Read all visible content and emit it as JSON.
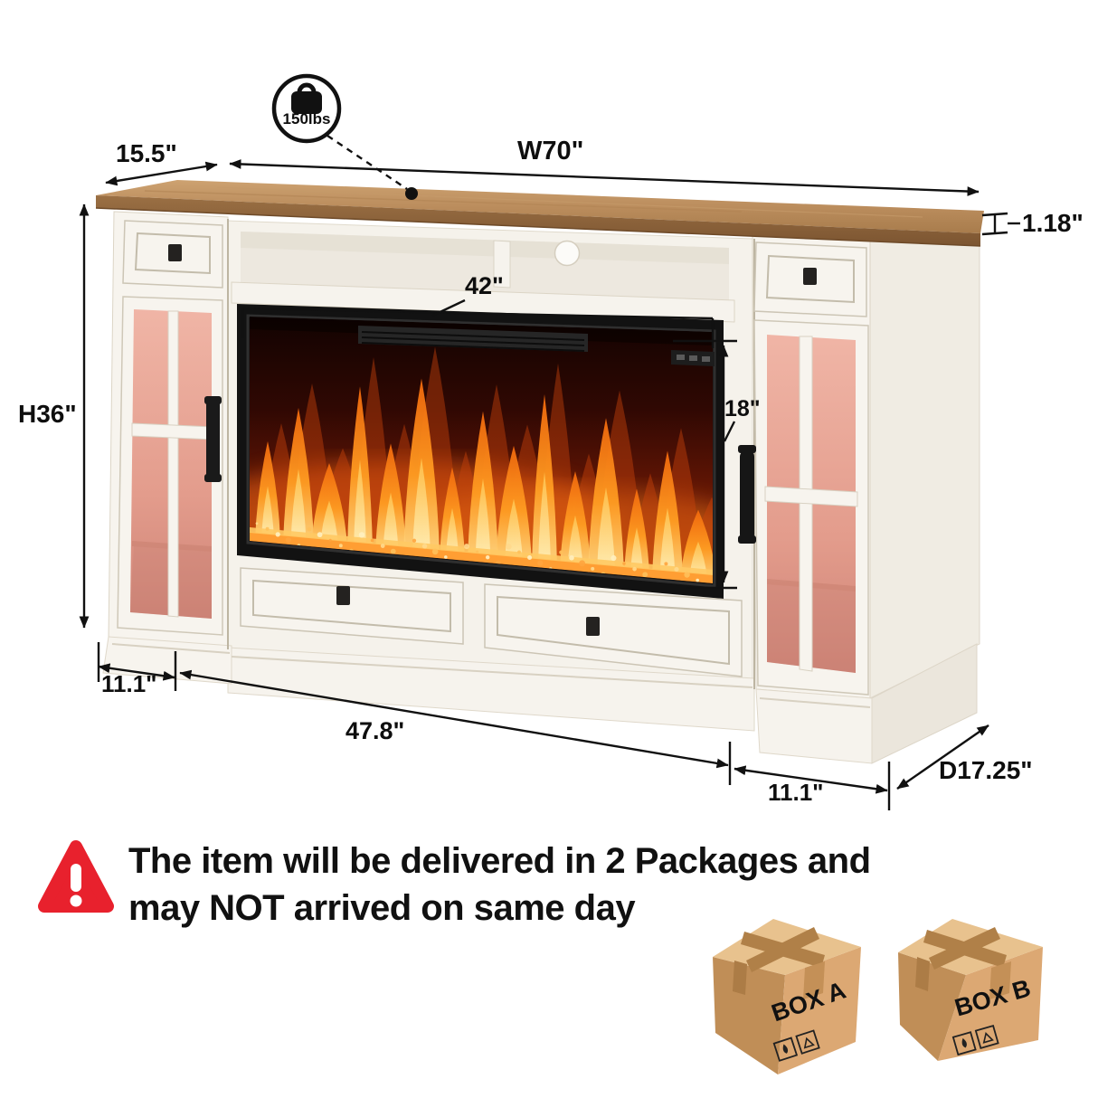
{
  "diagram": {
    "weight_badge": {
      "label": "150lbs"
    },
    "dimensions": {
      "top_depth": "15.5\"",
      "overall_width": "W70\"",
      "top_thickness": "1.18\"",
      "fireplace_opening_width": "42\"",
      "fireplace_height": "18\"",
      "overall_height": "H36\"",
      "left_base_width": "11.1\"",
      "center_base_width": "47.8\"",
      "right_base_width": "11.1\"",
      "overall_depth": "D17.25\""
    }
  },
  "notice": {
    "line1": "The item will be delivered in 2 Packages and",
    "line2": "may NOT arrived on same day"
  },
  "packages": [
    {
      "label": "BOX A"
    },
    {
      "label": "BOX B"
    }
  ],
  "colors": {
    "wood_top": "#B98B5F",
    "cabinet": "#F6F3ED",
    "glass_led_pink": "#E8A294",
    "flame_orange": "#FF8C1E",
    "warning_red": "#E8212D",
    "carton_tan": "#DCA873",
    "dimension_line": "#111111"
  }
}
